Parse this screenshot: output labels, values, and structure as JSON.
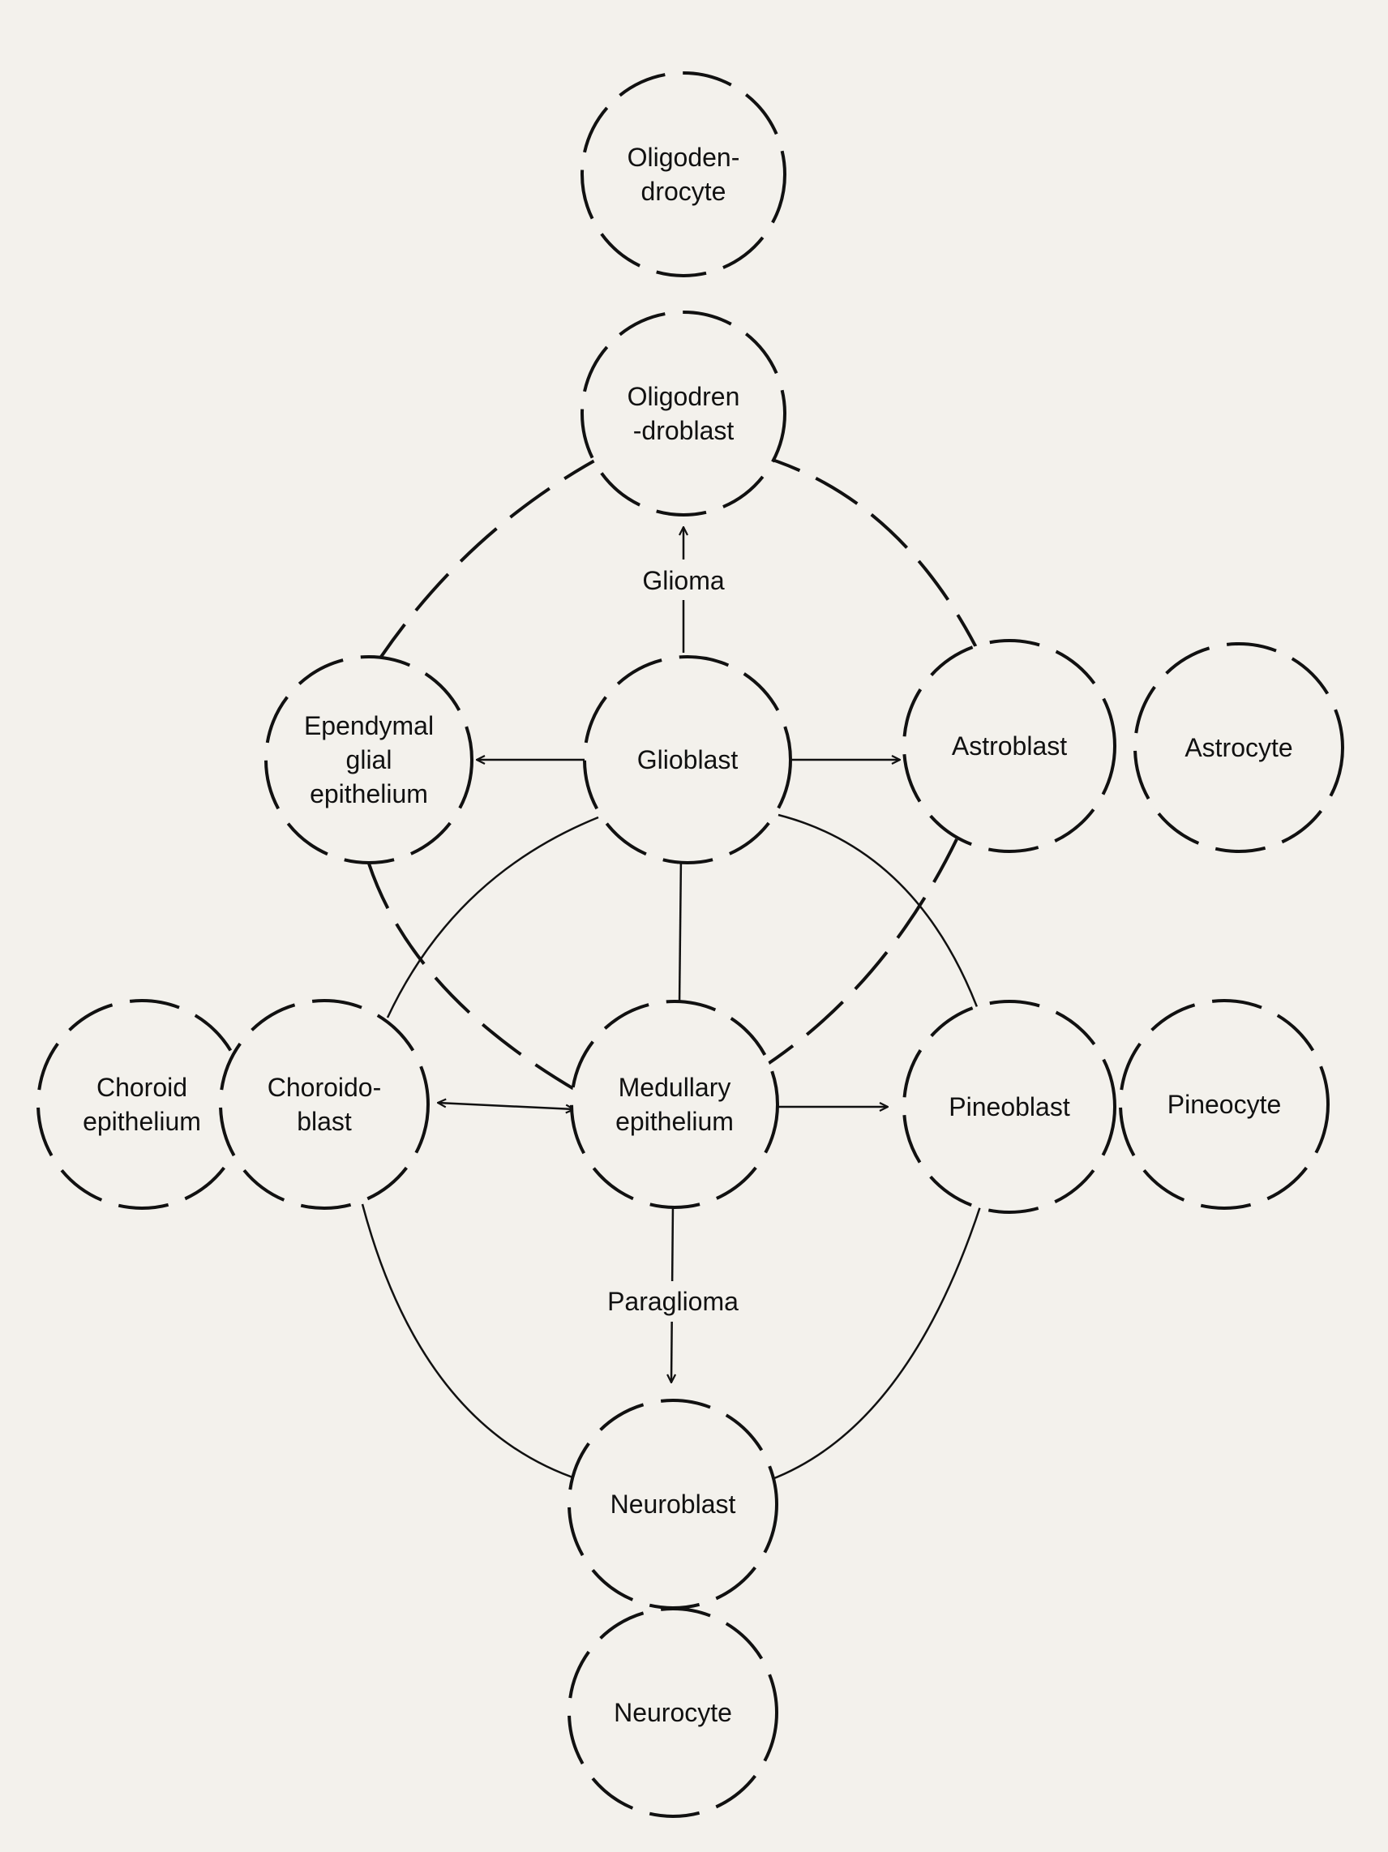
{
  "nodes": {
    "oligodendrocyte": {
      "lines": [
        "Oligoden-",
        "drocyte"
      ]
    },
    "oligodendroblast": {
      "lines": [
        "Oligodren",
        "-droblast"
      ]
    },
    "glioblast": {
      "lines": [
        "Glioblast"
      ]
    },
    "ependymal": {
      "lines": [
        "Ependymal",
        "glial",
        "epithelium"
      ]
    },
    "astroblast": {
      "lines": [
        "Astroblast"
      ]
    },
    "astrocyte": {
      "lines": [
        "Astrocyte"
      ]
    },
    "choroid_epithelium": {
      "lines": [
        "Choroid",
        "epithelium"
      ]
    },
    "choroidoblast": {
      "lines": [
        "Choroido-",
        "blast"
      ]
    },
    "medullary": {
      "lines": [
        "Medullary",
        "epithelium"
      ]
    },
    "pineoblast": {
      "lines": [
        "Pineoblast"
      ]
    },
    "pineocyte": {
      "lines": [
        "Pineocyte"
      ]
    },
    "neuroblast": {
      "lines": [
        "Neuroblast"
      ]
    },
    "neurocyte": {
      "lines": [
        "Neurocyte"
      ]
    }
  },
  "edge_labels": {
    "glioma": "Glioma",
    "paraglioma": "Paraglioma"
  }
}
